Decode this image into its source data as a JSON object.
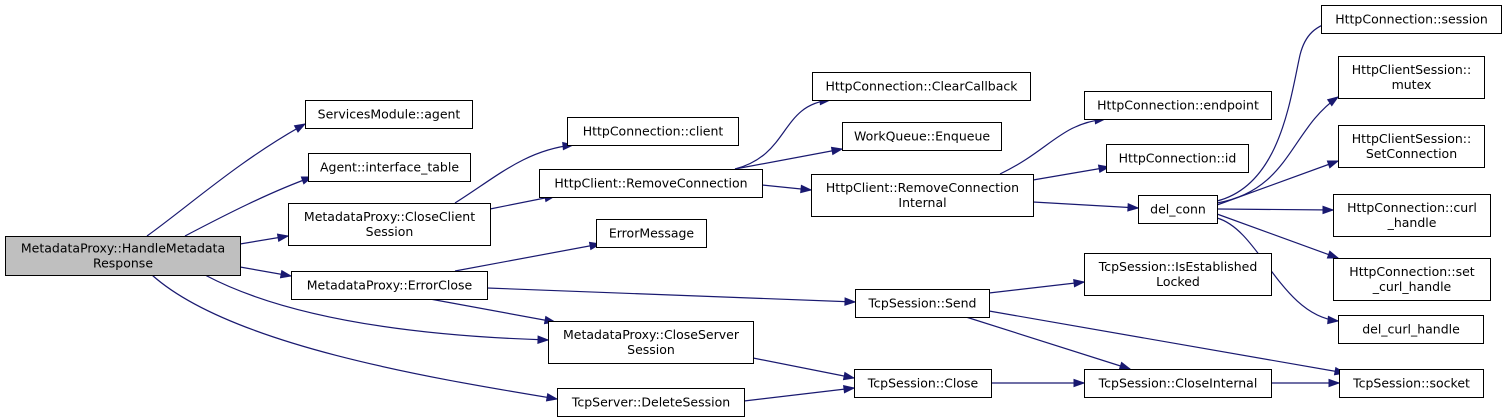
{
  "colors": {
    "edge": "#191970",
    "node_fill": "#ffffff",
    "root_fill": "#bfbfbf",
    "border": "#000000"
  },
  "nodes": [
    {
      "id": "root",
      "lines": [
        "MetadataProxy::HandleMetadata",
        "Response"
      ],
      "root": true
    },
    {
      "id": "sm_agent",
      "lines": [
        "ServicesModule::agent"
      ]
    },
    {
      "id": "agent_if",
      "lines": [
        "Agent::interface_table"
      ]
    },
    {
      "id": "close_client",
      "lines": [
        "MetadataProxy::CloseClient",
        "Session"
      ]
    },
    {
      "id": "error_close",
      "lines": [
        "MetadataProxy::ErrorClose"
      ]
    },
    {
      "id": "close_server",
      "lines": [
        "MetadataProxy::CloseServer",
        "Session"
      ]
    },
    {
      "id": "delete_session",
      "lines": [
        "TcpServer::DeleteSession"
      ]
    },
    {
      "id": "hc_client",
      "lines": [
        "HttpConnection::client"
      ]
    },
    {
      "id": "remove_conn",
      "lines": [
        "HttpClient::RemoveConnection"
      ]
    },
    {
      "id": "error_msg",
      "lines": [
        "ErrorMessage"
      ]
    },
    {
      "id": "clear_cb",
      "lines": [
        "HttpConnection::ClearCallback"
      ]
    },
    {
      "id": "enqueue",
      "lines": [
        "WorkQueue::Enqueue"
      ]
    },
    {
      "id": "remove_conn_int",
      "lines": [
        "HttpClient::RemoveConnection",
        "Internal"
      ]
    },
    {
      "id": "tcp_send",
      "lines": [
        "TcpSession::Send"
      ]
    },
    {
      "id": "tcp_close",
      "lines": [
        "TcpSession::Close"
      ]
    },
    {
      "id": "hc_endpoint",
      "lines": [
        "HttpConnection::endpoint"
      ]
    },
    {
      "id": "hc_id",
      "lines": [
        "HttpConnection::id"
      ]
    },
    {
      "id": "del_conn",
      "lines": [
        "del_conn"
      ]
    },
    {
      "id": "is_established",
      "lines": [
        "TcpSession::IsEstablished",
        "Locked"
      ]
    },
    {
      "id": "close_internal",
      "lines": [
        "TcpSession::CloseInternal"
      ]
    },
    {
      "id": "hc_session",
      "lines": [
        "HttpConnection::session"
      ]
    },
    {
      "id": "hcs_mutex",
      "lines": [
        "HttpClientSession::",
        "mutex"
      ]
    },
    {
      "id": "hcs_setconn",
      "lines": [
        "HttpClientSession::",
        "SetConnection"
      ]
    },
    {
      "id": "hc_curl",
      "lines": [
        "HttpConnection::curl",
        "_handle"
      ]
    },
    {
      "id": "hc_set_curl",
      "lines": [
        "HttpConnection::set",
        "_curl_handle"
      ]
    },
    {
      "id": "del_curl",
      "lines": [
        "del_curl_handle"
      ]
    },
    {
      "id": "tcp_socket",
      "lines": [
        "TcpSession::socket"
      ]
    }
  ]
}
